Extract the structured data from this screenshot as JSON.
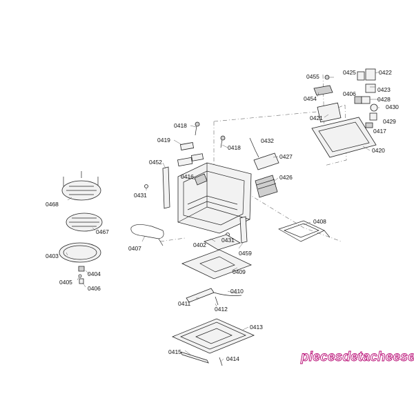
{
  "watermark": "piecesdetacheeselec.com",
  "colors": {
    "line": "#222222",
    "watermark_stroke": "#b5006e",
    "background": "#ffffff"
  },
  "callouts": [
    "0455",
    "0425",
    "0422",
    "0423",
    "0406",
    "0428",
    "0454",
    "0430",
    "0421",
    "0429",
    "0417",
    "0420",
    "0418",
    "0432",
    "0418",
    "0419",
    "0427",
    "0452",
    "0416",
    "0426",
    "0431",
    "0468",
    "0408",
    "0467",
    "0431",
    "0402",
    "0407",
    "0459",
    "0403",
    "0409",
    "0404",
    "0405",
    "0406",
    "0410",
    "0411",
    "0412",
    "0413",
    "0415",
    "0414"
  ]
}
